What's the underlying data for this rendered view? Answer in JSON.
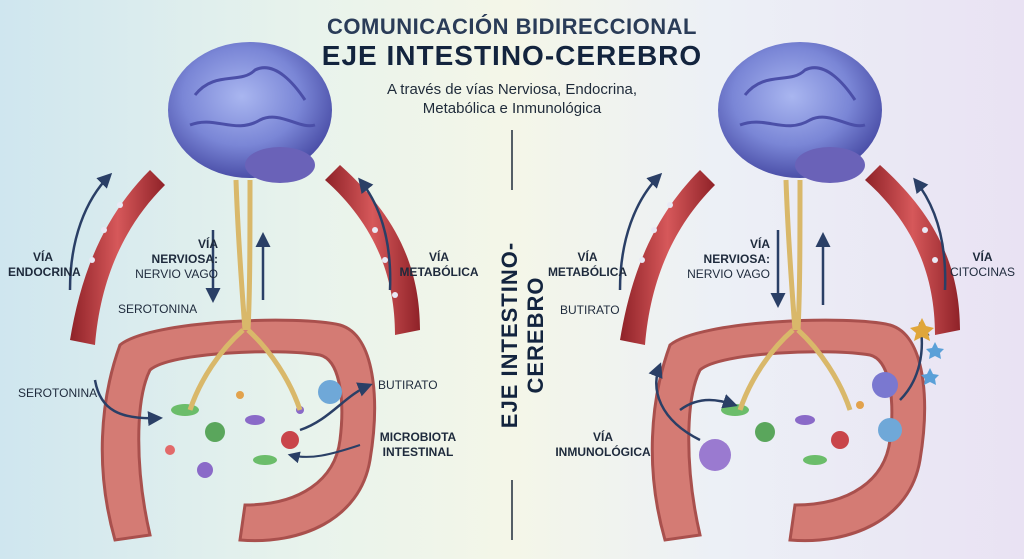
{
  "title": {
    "line1": "COMUNICACIÓN BIDIRECCIONAL",
    "line2": "EJE INTESTINO-CEREBRO"
  },
  "subtitle": {
    "line1": "A través de vías Nerviosa, Endocrina,",
    "line2": "Metabólica e Inmunológica"
  },
  "center_vertical_label": "EJE INTESTINO-CEREBRO",
  "left_panel": {
    "via_endocrina": {
      "line1": "VÍA",
      "line2": "ENDOCRINA"
    },
    "via_nerviosa": {
      "line1": "VÍA",
      "line2": "NERVIOSA:",
      "line3": "NERVIO VAGO"
    },
    "via_metabolica": {
      "line1": "VÍA",
      "line2": "METABÓLICA"
    },
    "serotonina_top": "SEROTONINA",
    "serotonina_left": "SEROTONINA",
    "butirato": "BUTIRATO",
    "microbiota": {
      "line1": "MICROBIOTA",
      "line2": "INTESTINAL"
    }
  },
  "right_panel": {
    "via_metabolica": {
      "line1": "VÍA",
      "line2": "METABÓLICA"
    },
    "via_nerviosa": {
      "line1": "VÍA",
      "line2": "NERVIOSA:",
      "line3": "NERVIO VAGO"
    },
    "via_citocinas": {
      "line1": "VÍA",
      "line2": "CITOCINAS"
    },
    "butirato": "BUTIRATO",
    "via_inmunologica": {
      "line1": "VÍA",
      "line2": "INMUNOLÓGICA"
    }
  },
  "colors": {
    "brain": "#7a86d6",
    "brain_dark": "#4b4fa8",
    "vessel": "#b3363a",
    "intestine": "#d47b74",
    "intestine_dark": "#a9504d",
    "nerve": "#d9b86a",
    "arrow": "#2a3f66"
  }
}
